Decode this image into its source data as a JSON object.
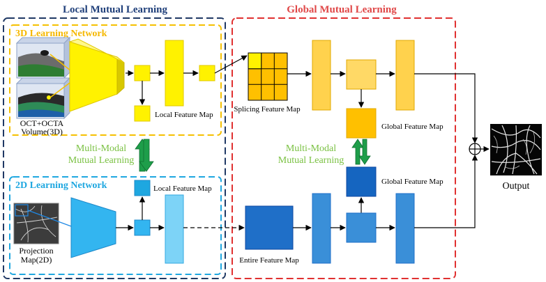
{
  "title_local": "Local Mutual Learning",
  "title_global": "Global Mutual Learning",
  "net_3d": "3D Learning Network",
  "net_2d": "2D Learning Network",
  "input_3d_line1": "OCT+OCTA",
  "input_3d_line2": "Volume(3D)",
  "input_2d_line1": "Projection",
  "input_2d_line2": "Map(2D)",
  "local_fm_top": "Local Feature Map",
  "local_fm_bottom": "Local Feature Map",
  "mm_local_line1": "Multi-Modal",
  "mm_local_line2": "Mutual Learning",
  "mm_global_line1": "Multi-Modal",
  "mm_global_line2": "Mutual Learning",
  "splicing_fm": "Splicing Feature Map",
  "global_fm_top": "Global Feature Map",
  "global_fm_bottom": "Global Feature Map",
  "entire_fm": "Entire Feature Map",
  "output_label": "Output",
  "sum_symbol": "⊕",
  "colors": {
    "local_border": "#1f3864",
    "global_border": "#e03030",
    "yellow_box": "#f5c000",
    "blue_box": "#1ea7e0",
    "title_blue": "#1f3f7a",
    "title_red": "#e04848",
    "green_text": "#7ac142",
    "green_arrow": "#1e9e4a",
    "yellow": "#fff200",
    "gold": "#ffc000",
    "light_gold": "#ffd966",
    "sky": "#33b5f0",
    "navy_blue": "#1565c0",
    "mid_blue": "#3a8fd8"
  }
}
